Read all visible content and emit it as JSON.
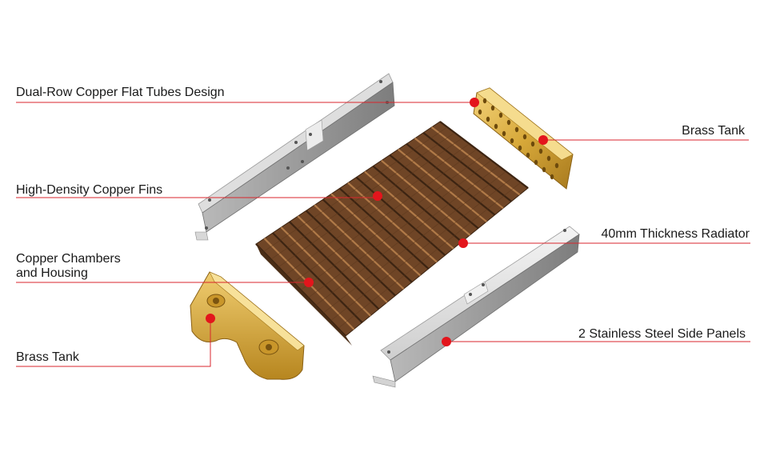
{
  "diagram": {
    "colors": {
      "leader": "#d9262c",
      "dot": "#e3151c",
      "brass": "#d8a93a",
      "copper": "#8a5a33",
      "steel": "#9a9a9a"
    },
    "labels": {
      "dual_row_tubes": "Dual-Row Copper Flat Tubes Design",
      "brass_tank_top": "Brass Tank",
      "high_density_fins": "High-Density Copper Fins",
      "thickness": "40mm Thickness Radiator",
      "copper_chambers_line1": "Copper Chambers",
      "copper_chambers_line2": "and Housing",
      "steel_panels": "2 Stainless Steel Side Panels",
      "brass_tank_bottom": "Brass Tank"
    }
  }
}
